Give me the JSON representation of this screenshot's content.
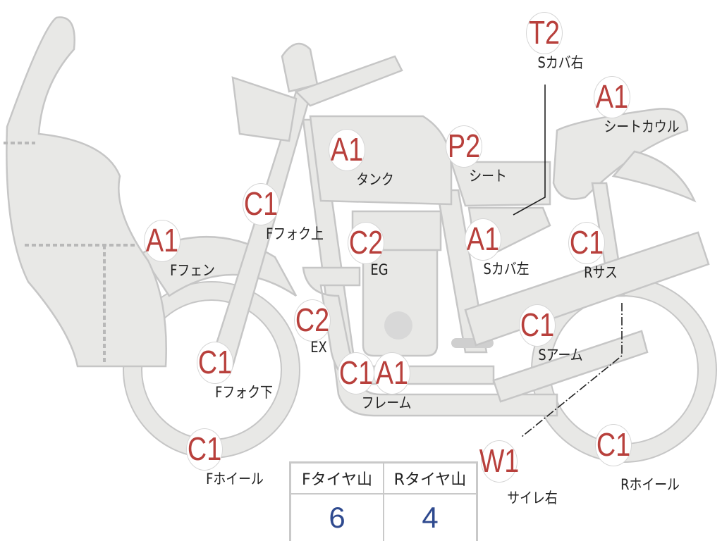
{
  "markers": [
    {
      "code": "T2",
      "name": "Sカバ右"
    },
    {
      "code": "A1",
      "name": "シートカウル"
    },
    {
      "code": "A1",
      "name": "タンク"
    },
    {
      "code": "P2",
      "name": "シート"
    },
    {
      "code": "C1",
      "name": "Fフォク上"
    },
    {
      "code": "A1",
      "name": "Fフェン"
    },
    {
      "code": "C2",
      "name": "EG"
    },
    {
      "code": "A1",
      "name": "Sカバ左"
    },
    {
      "code": "C1",
      "name": "Rサス"
    },
    {
      "code": "C2",
      "name": "EX"
    },
    {
      "code": "C1",
      "name": "Sアーム"
    },
    {
      "code": "C1",
      "name": "Fフォク下"
    },
    {
      "code": "C1",
      "name": ""
    },
    {
      "code": "A1",
      "name": "フレーム"
    },
    {
      "code": "C1",
      "name": "Fホイール"
    },
    {
      "code": "W1",
      "name": "サイレ右"
    },
    {
      "code": "C1",
      "name": "Rホイール"
    }
  ],
  "tire_table": {
    "headers": [
      "Fタイヤ山",
      "Rタイヤ山"
    ],
    "values": [
      "6",
      "4"
    ]
  },
  "colors": {
    "code": "#b8403c",
    "value": "#2f4a8f",
    "part_fill": "#e8e8e6"
  }
}
